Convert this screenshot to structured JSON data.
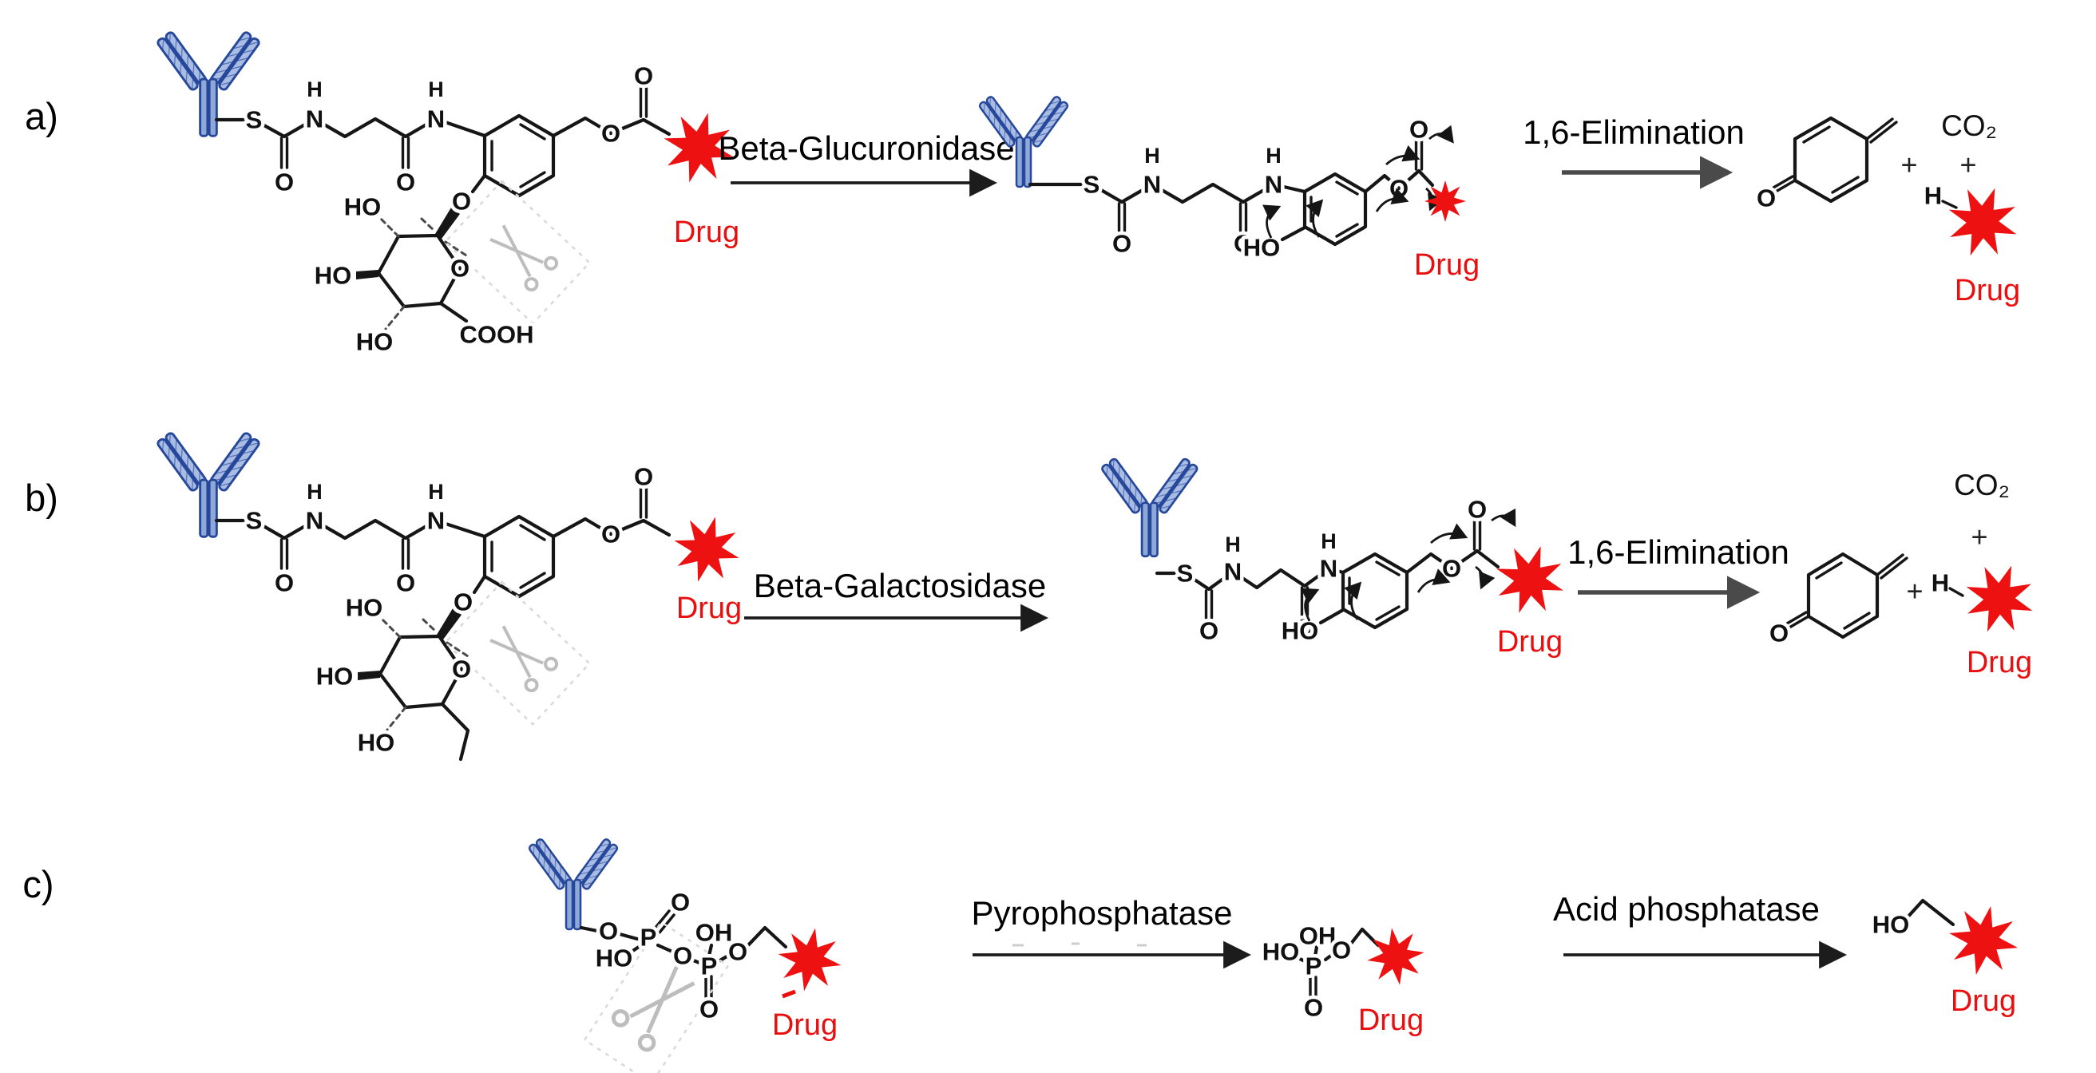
{
  "figure": {
    "background": "#ffffff",
    "colors": {
      "drug_red": "#e90f0f",
      "star_red": "#ee1111",
      "antibody_blue": "#a9bde4",
      "antibody_outline": "#27489a",
      "bond_black": "#161616",
      "scissors_gray": "#bdbdbd",
      "arrow_black": "#1c1c1c",
      "arrow_gray": "#4a4a4a"
    },
    "atoms": {
      "S": "S",
      "N": "N",
      "H": "H",
      "O": "O",
      "HO": "HO",
      "OH": "OH",
      "COOH": "COOH",
      "P": "P",
      "CO2": "CO₂",
      "plus": "+"
    },
    "rows": {
      "a": {
        "label": "a)",
        "enzyme": "Beta-Glucuronidase",
        "step2": "1,6-Elimination",
        "drug_substrate": "Drug",
        "drug_intermediate": "Drug",
        "drug_product": "Drug",
        "co2": "CO₂",
        "plus_1": "+",
        "plus_2": "+"
      },
      "b": {
        "label": "b)",
        "enzyme": "Beta-Galactosidase",
        "step2": "1,6-Elimination",
        "drug_substrate": "Drug",
        "drug_intermediate": "Drug",
        "drug_product": "Drug",
        "co2": "CO₂",
        "plus_1": "+",
        "plus_2": "+"
      },
      "c": {
        "label": "c)",
        "enzyme1": "Pyrophosphatase",
        "enzyme2": "Acid phosphatase",
        "drug_substrate": "Drug",
        "drug_intermediate": "Drug",
        "drug_product": "Drug"
      }
    }
  }
}
